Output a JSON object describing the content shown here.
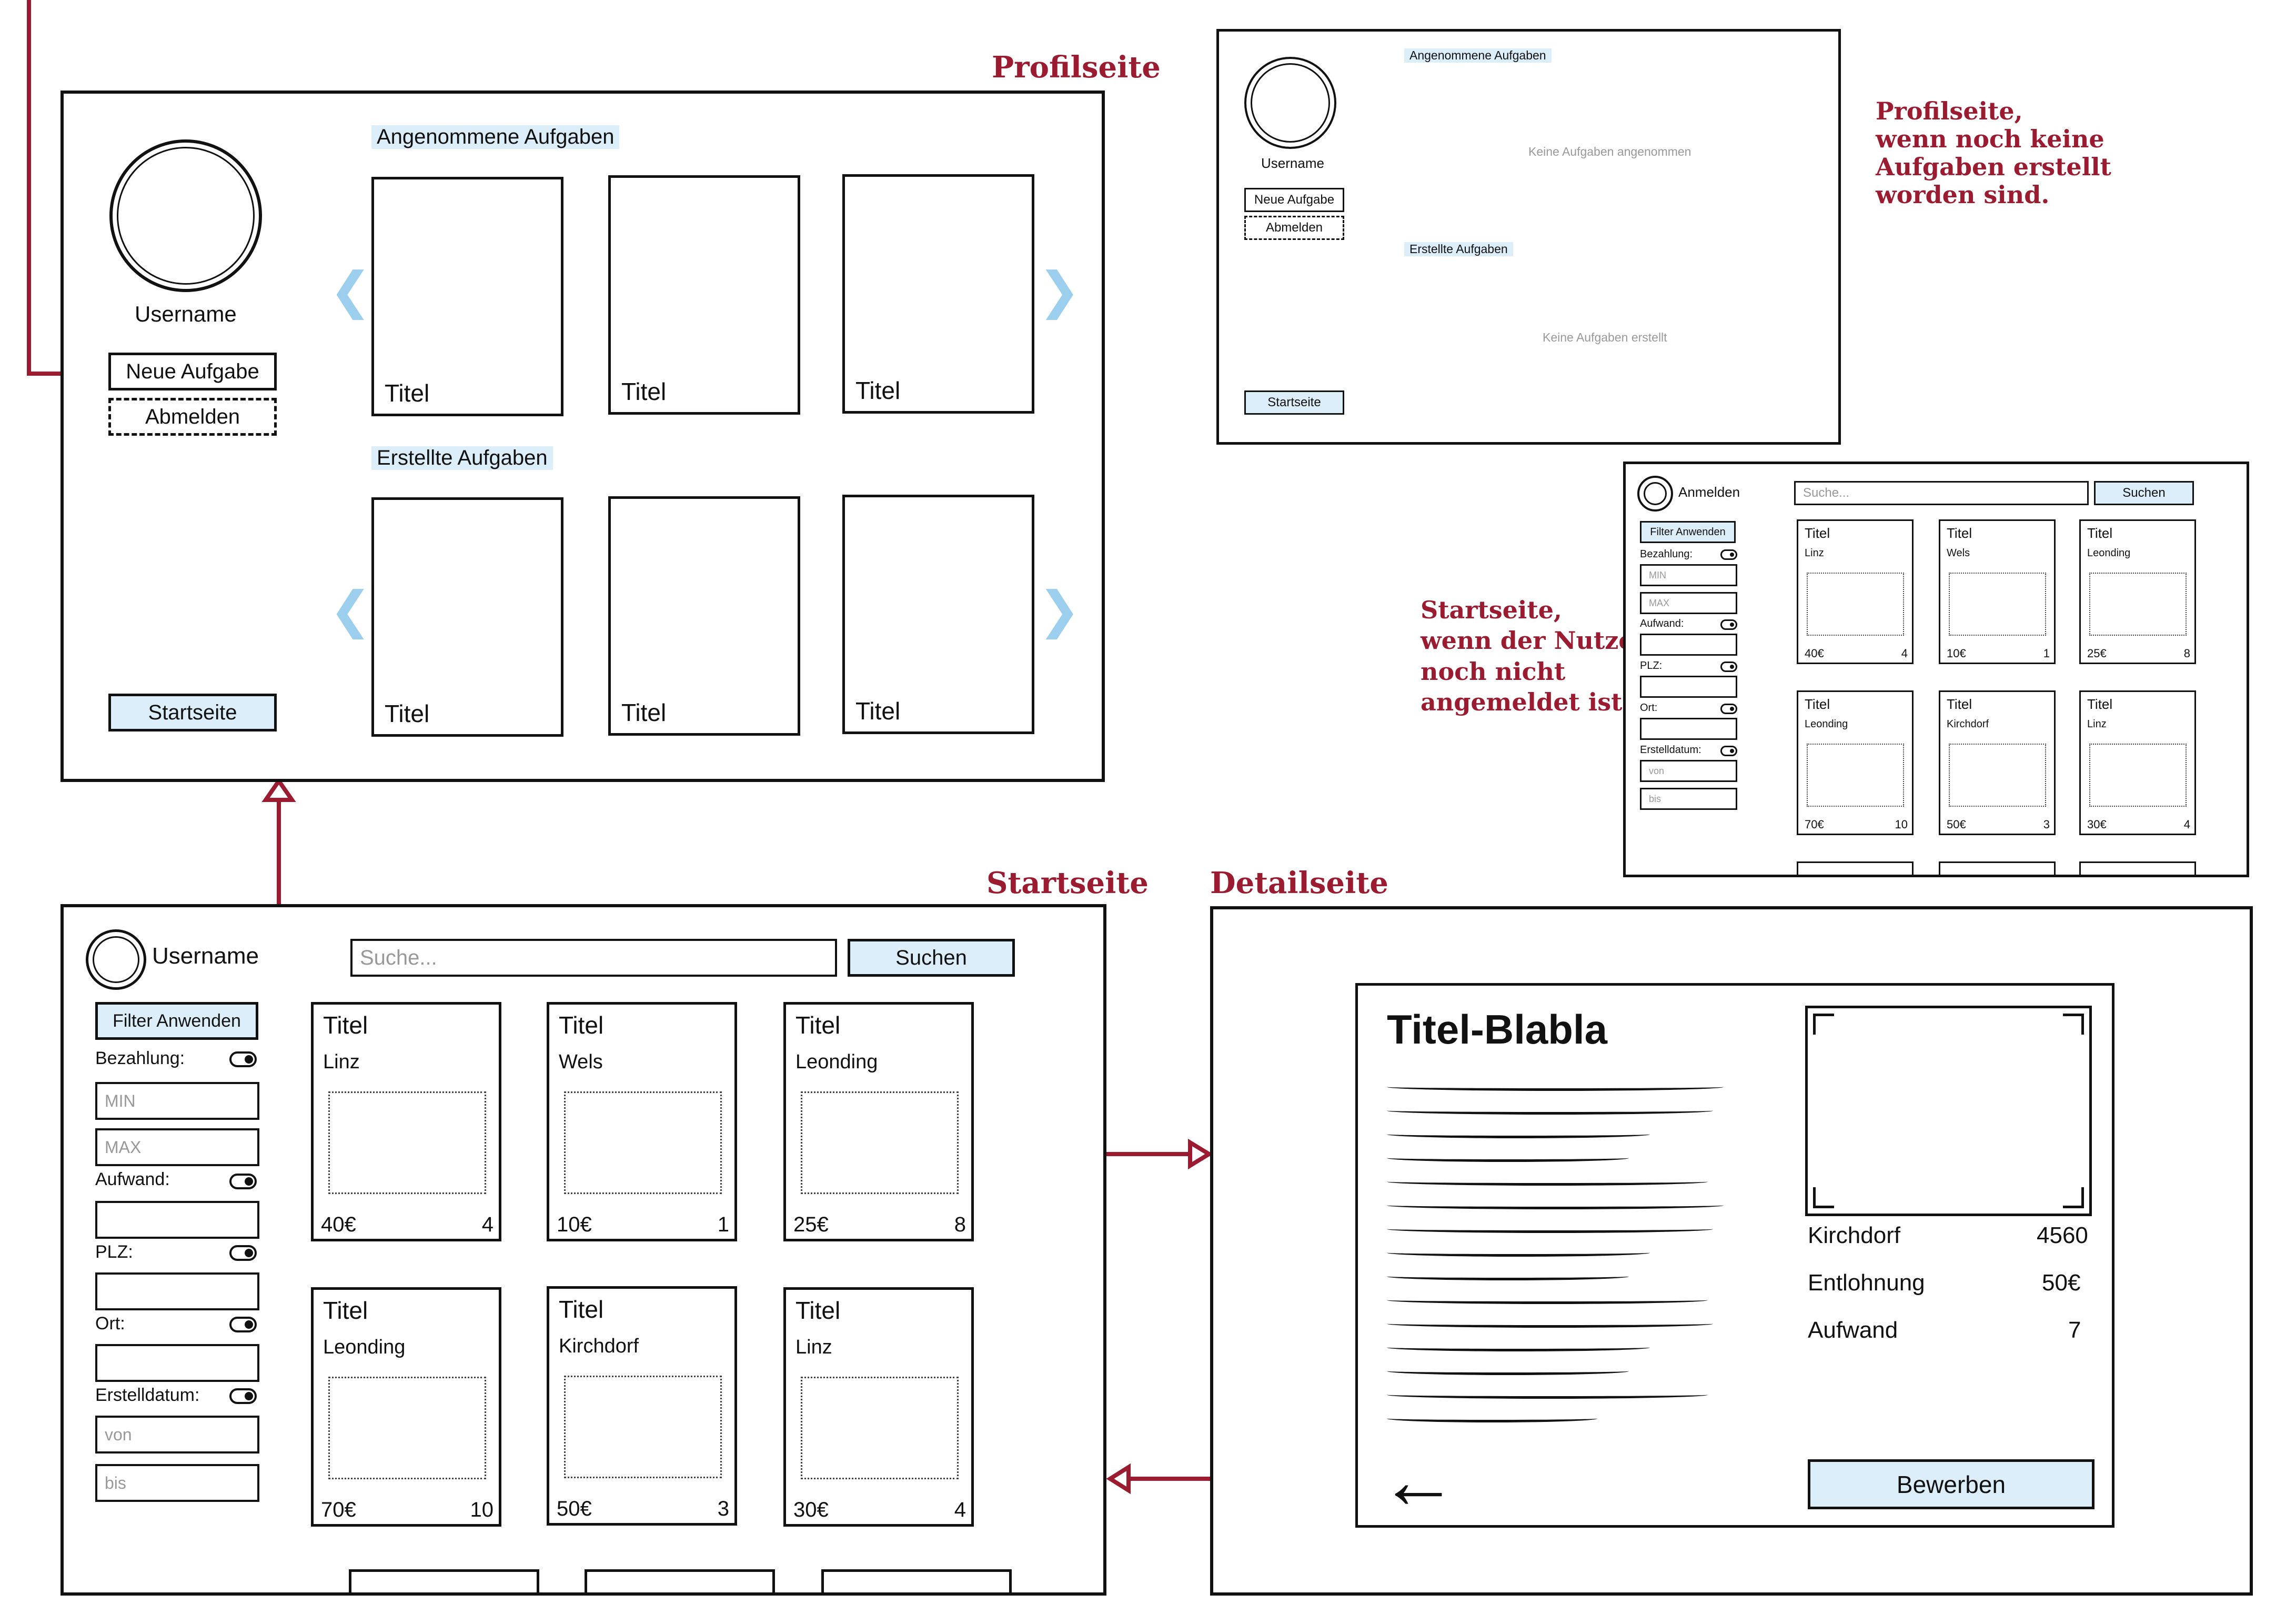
{
  "captions": {
    "profile": "Profilseite",
    "start": "Startseite",
    "detail": "Detailseite"
  },
  "notes": {
    "profile_empty": [
      "Profilseite,",
      "wenn noch keine",
      "Aufgaben erstellt",
      "worden sind."
    ],
    "start_guest": [
      "Startseite,",
      "wenn der Nutzer",
      "noch nicht",
      "angemeldet ist."
    ]
  },
  "profile": {
    "username": "Username",
    "new_task": "Neue Aufgabe",
    "logout": "Abmelden",
    "accepted_heading": "Angenommene Aufgaben",
    "created_heading": "Erstellte Aufgaben",
    "home": "Startseite",
    "card_title": "Titel",
    "chevron_left": "❮",
    "chevron_right": "❯"
  },
  "profile_empty": {
    "username": "Username",
    "new_task": "Neue Aufgabe",
    "logout": "Abmelden",
    "accepted_heading": "Angenommene Aufgaben",
    "accepted_empty": "Keine Aufgaben angenommen",
    "created_heading": "Erstellte Aufgaben",
    "created_empty": "Keine Aufgaben erstellt",
    "home": "Startseite"
  },
  "start": {
    "username": "Username",
    "search_placeholder": "Suche...",
    "search_button": "Suchen",
    "filter_apply": "Filter Anwenden",
    "filters": {
      "payment": "Bezahlung:",
      "min": "MIN",
      "max": "MAX",
      "effort": "Aufwand:",
      "zip": "PLZ:",
      "city": "Ort:",
      "created": "Erstelldatum:",
      "from": "von",
      "to": "bis"
    },
    "cards": [
      {
        "title": "Titel",
        "place": "Linz",
        "price": "40€",
        "effort": "4"
      },
      {
        "title": "Titel",
        "place": "Wels",
        "price": "10€",
        "effort": "1"
      },
      {
        "title": "Titel",
        "place": "Leonding",
        "price": "25€",
        "effort": "8"
      },
      {
        "title": "Titel",
        "place": "Leonding",
        "price": "70€",
        "effort": "10"
      },
      {
        "title": "Titel",
        "place": "Kirchdorf",
        "price": "50€",
        "effort": "3"
      },
      {
        "title": "Titel",
        "place": "Linz",
        "price": "30€",
        "effort": "4"
      }
    ]
  },
  "start_guest": {
    "login": "Anmelden",
    "search_placeholder": "Suche...",
    "search_button": "Suchen",
    "filter_apply": "Filter Anwenden",
    "filters": {
      "payment": "Bezahlung:",
      "min": "MIN",
      "max": "MAX",
      "effort": "Aufwand:",
      "zip": "PLZ:",
      "city": "Ort:",
      "created": "Erstelldatum:",
      "from": "von",
      "to": "bis"
    },
    "cards": [
      {
        "title": "Titel",
        "place": "Linz",
        "price": "40€",
        "effort": "4"
      },
      {
        "title": "Titel",
        "place": "Wels",
        "price": "10€",
        "effort": "1"
      },
      {
        "title": "Titel",
        "place": "Leonding",
        "price": "25€",
        "effort": "8"
      },
      {
        "title": "Titel",
        "place": "Leonding",
        "price": "70€",
        "effort": "10"
      },
      {
        "title": "Titel",
        "place": "Kirchdorf",
        "price": "50€",
        "effort": "3"
      },
      {
        "title": "Titel",
        "place": "Linz",
        "price": "30€",
        "effort": "4"
      }
    ]
  },
  "detail": {
    "title": "Titel-Blabla",
    "details": [
      {
        "label": "Kirchdorf",
        "value": "4560"
      },
      {
        "label": "Entlohnung",
        "value": "50€"
      },
      {
        "label": "Aufwand",
        "value": "7"
      }
    ],
    "apply": "Bewerben",
    "back_arrow": "←"
  },
  "colors": {
    "accent_red": "#9b1b30",
    "button_blue": "#ddeefb",
    "chevron_blue": "#9ccfee",
    "ink": "#111111"
  }
}
